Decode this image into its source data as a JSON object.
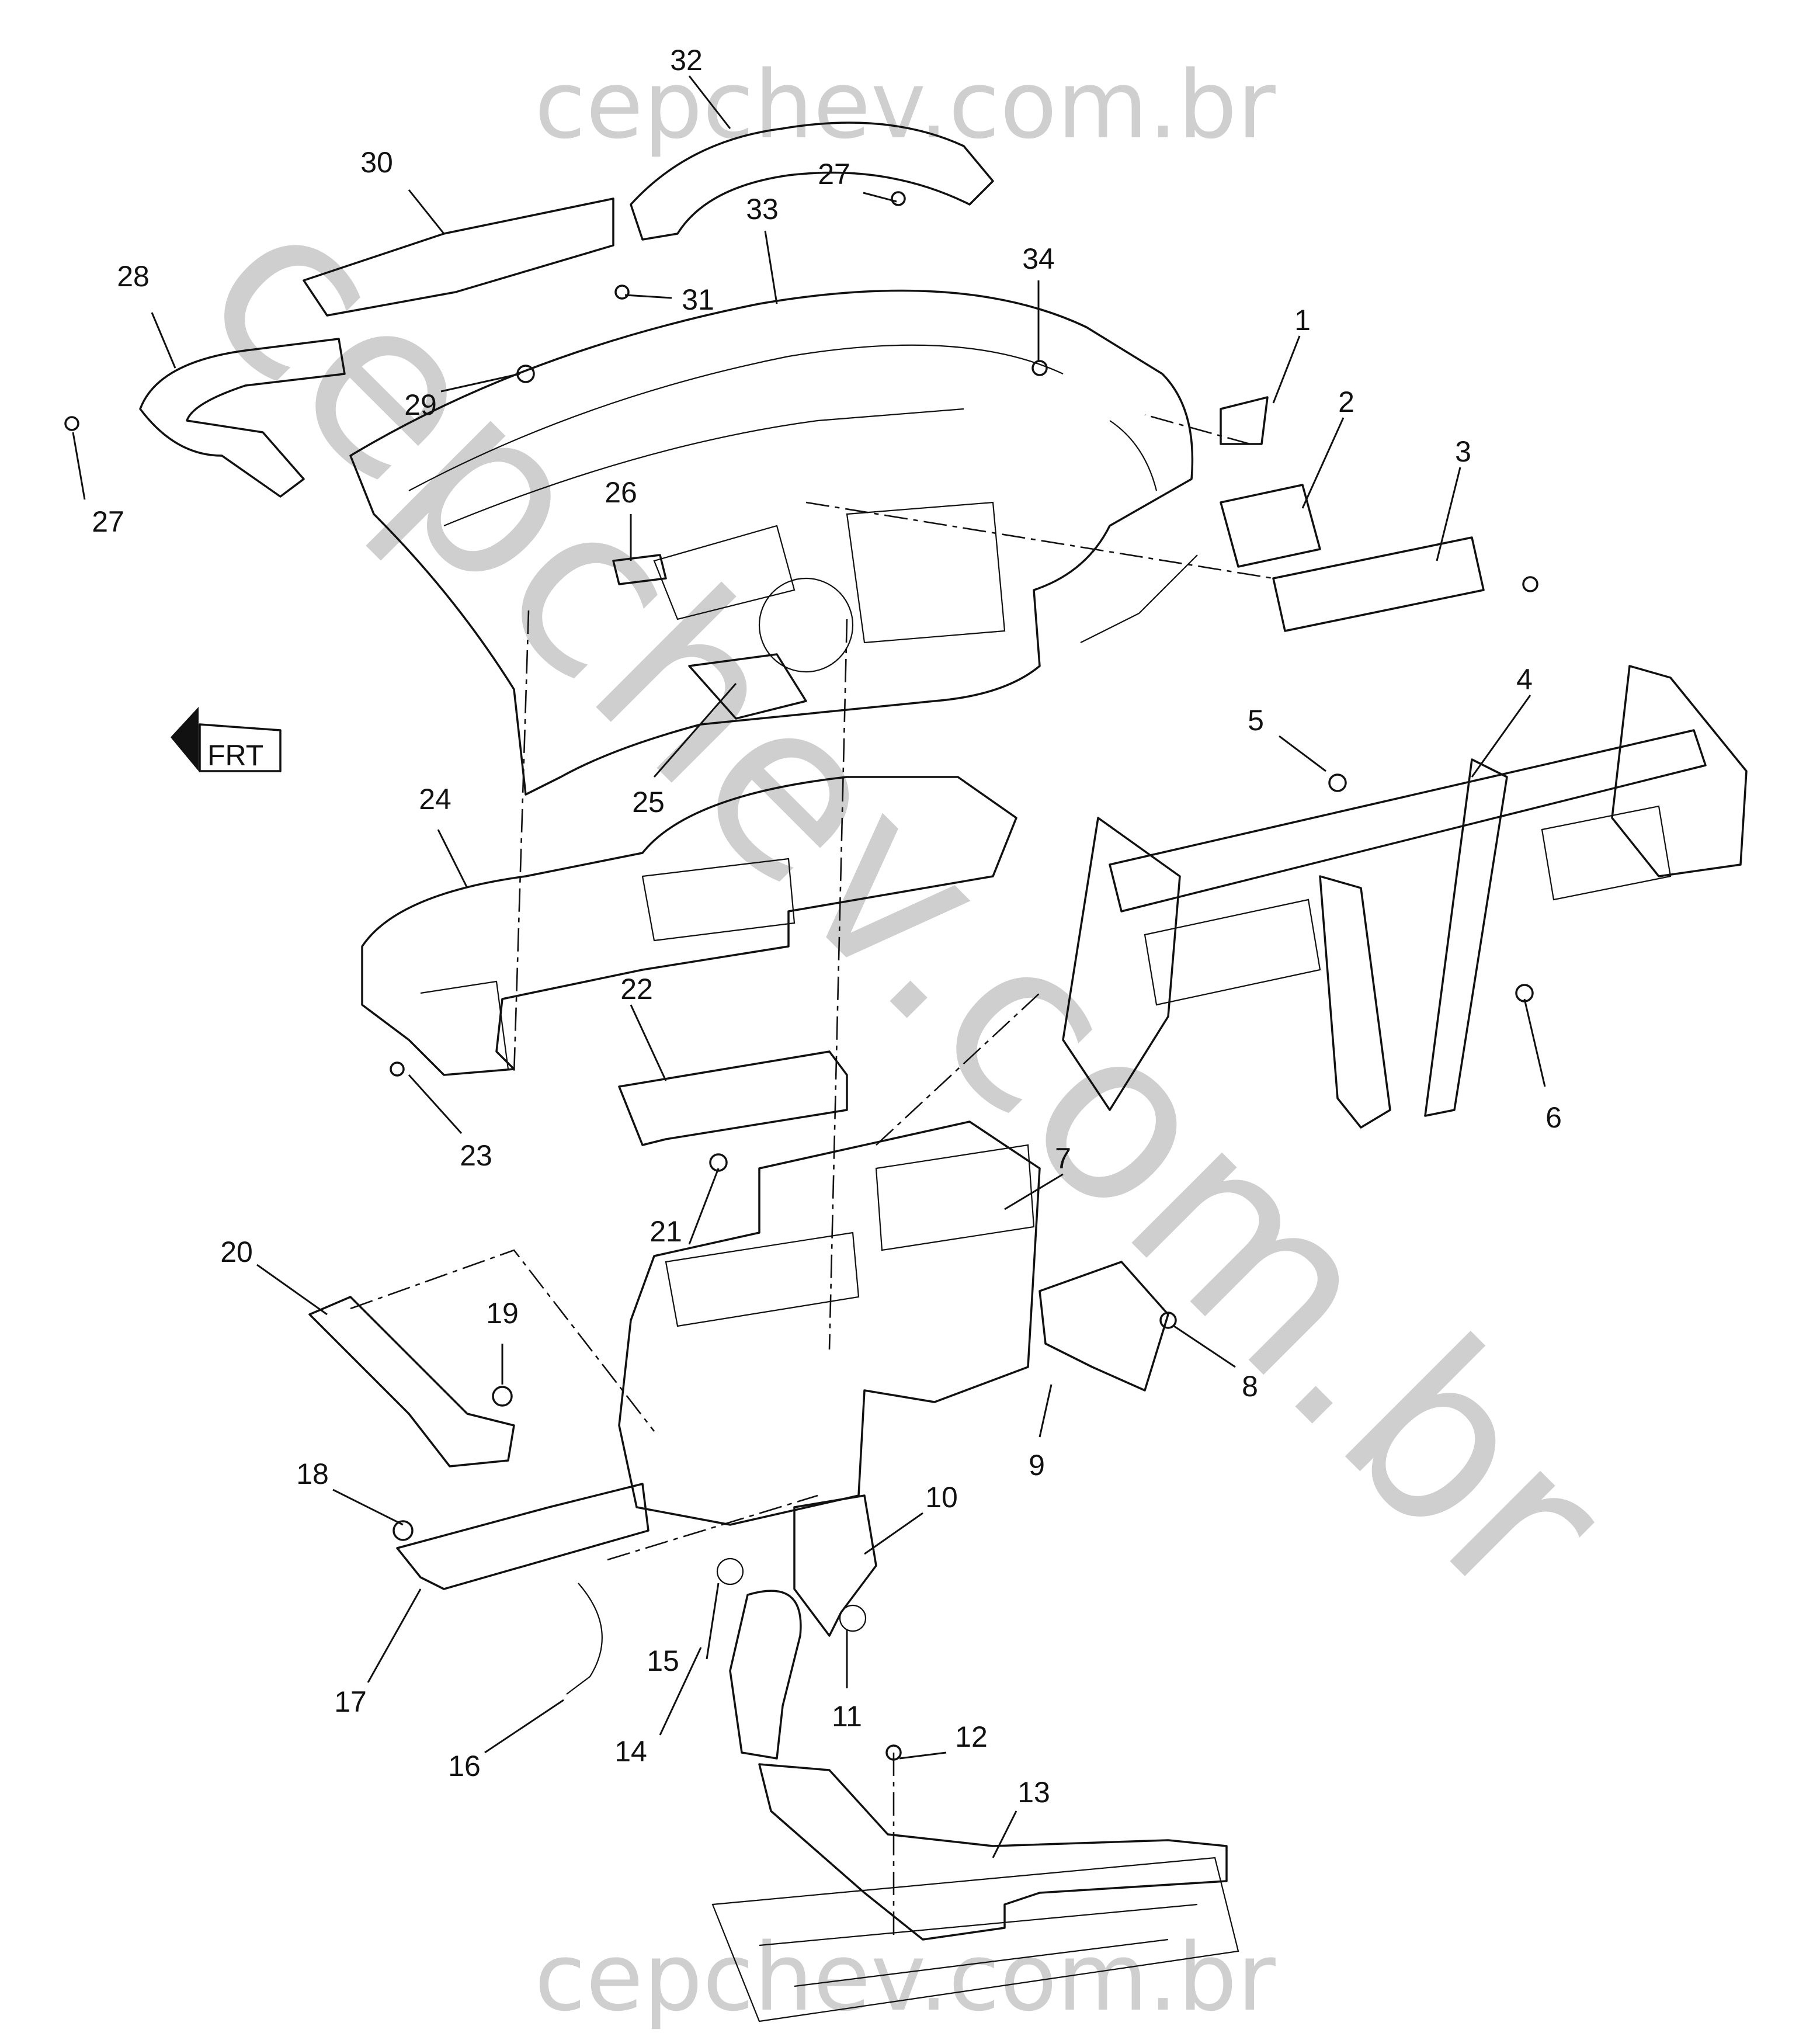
{
  "watermark": {
    "top": "cepchev.com.br",
    "diagonal": "cepchev.com.br",
    "bottom": "cepchev.com.br"
  },
  "front_indicator": {
    "label": "FRT",
    "icon": "front-arrow-icon"
  },
  "callouts": [
    "1",
    "2",
    "3",
    "4",
    "5",
    "6",
    "7",
    "8",
    "9",
    "10",
    "11",
    "12",
    "13",
    "14",
    "15",
    "16",
    "17",
    "18",
    "19",
    "20",
    "21",
    "22",
    "23",
    "24",
    "25",
    "26",
    "27",
    "27",
    "28",
    "29",
    "30",
    "31",
    "32",
    "33",
    "34"
  ]
}
